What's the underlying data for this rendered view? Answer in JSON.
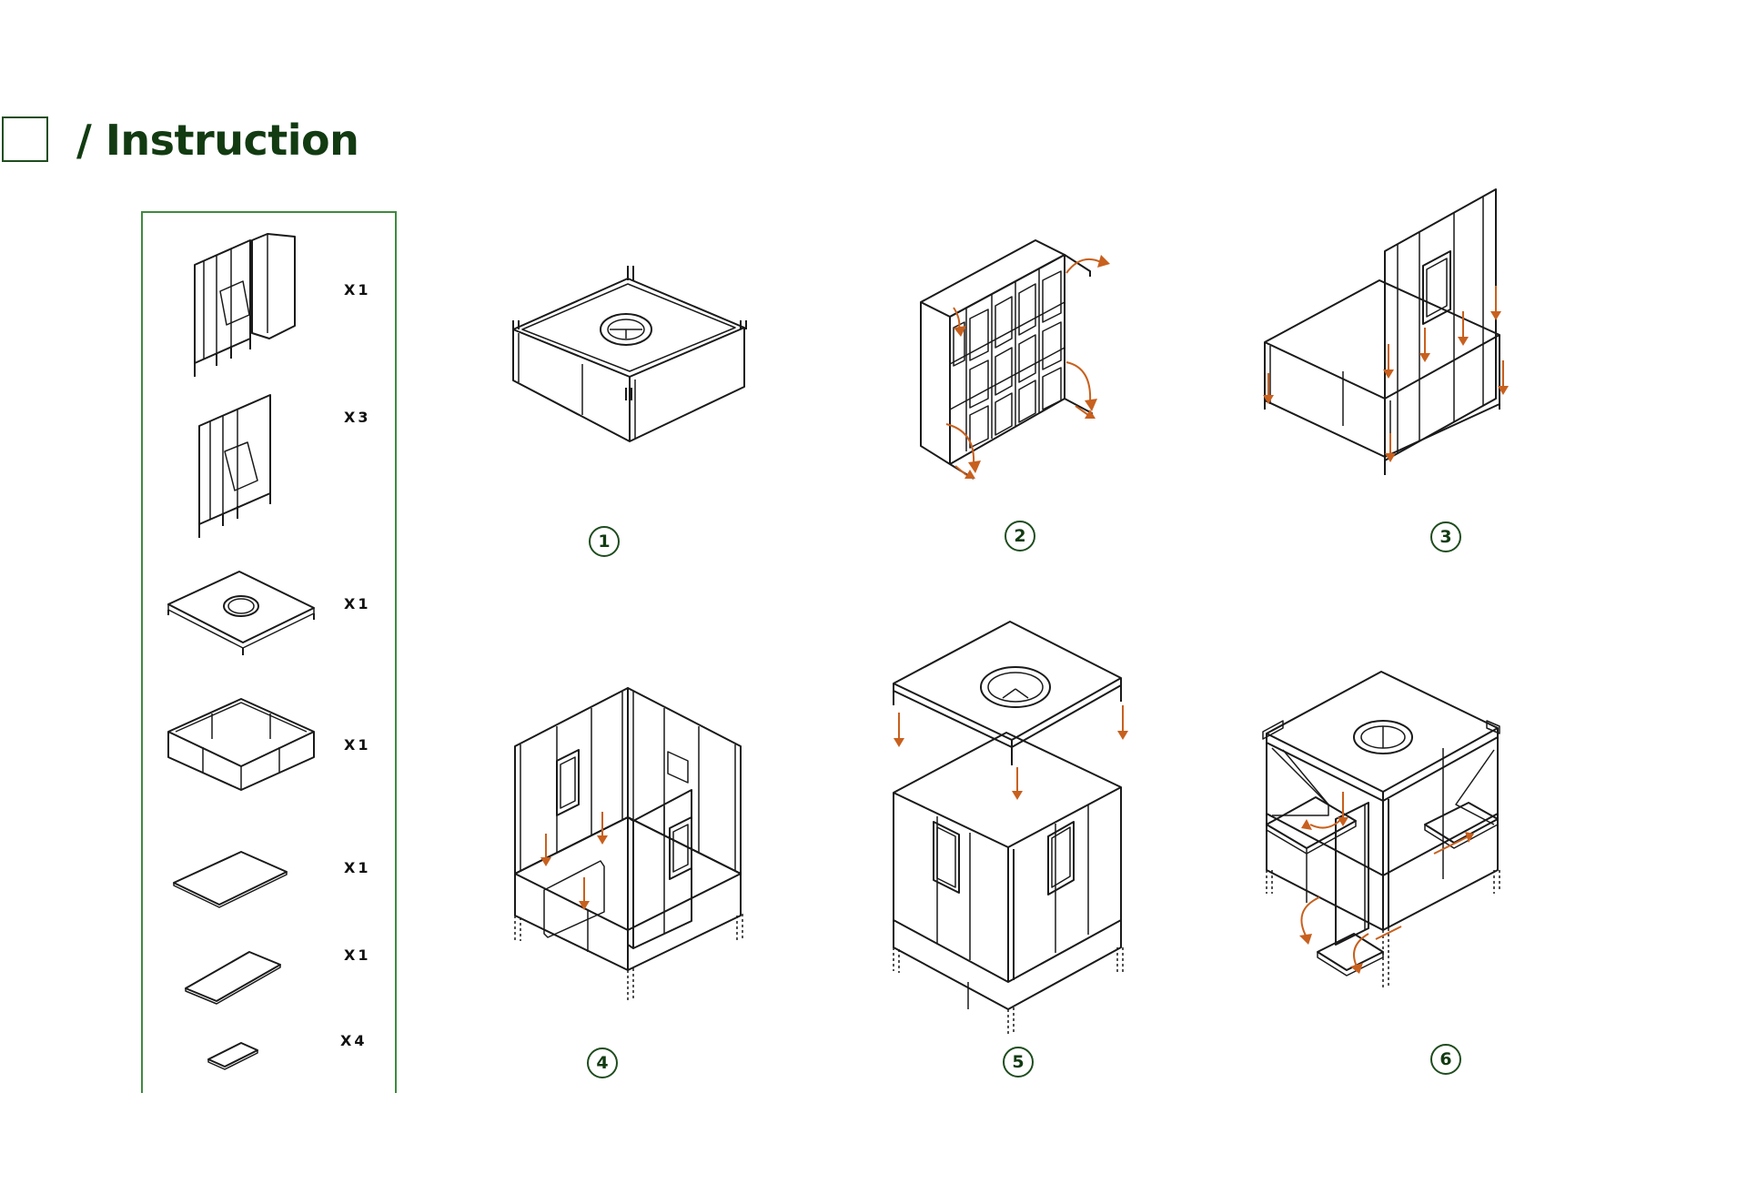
{
  "header": {
    "title": "/ Instruction"
  },
  "parts": [
    {
      "icon": "wall-panel-with-door-icon",
      "quantity": "X1"
    },
    {
      "icon": "wall-panel-with-window-icon",
      "quantity": "X3"
    },
    {
      "icon": "roof-panel-icon",
      "quantity": "X1"
    },
    {
      "icon": "base-frame-icon",
      "quantity": "X1"
    },
    {
      "icon": "large-board-icon",
      "quantity": "X1"
    },
    {
      "icon": "medium-board-icon",
      "quantity": "X1"
    },
    {
      "icon": "small-board-icon",
      "quantity": "X4"
    }
  ],
  "steps": [
    {
      "number": "1",
      "icon": "base-assembly-icon"
    },
    {
      "number": "2",
      "icon": "fold-wall-panel-icon"
    },
    {
      "number": "3",
      "icon": "insert-wall-into-base-icon"
    },
    {
      "number": "4",
      "icon": "attach-walls-icon"
    },
    {
      "number": "5",
      "icon": "lower-roof-icon"
    },
    {
      "number": "6",
      "icon": "fold-out-shelves-icon"
    }
  ],
  "colors": {
    "title": "#123b12",
    "panel_border": "#3f8a3f",
    "arrow": "#c8601e",
    "line": "#1a1a1a"
  }
}
